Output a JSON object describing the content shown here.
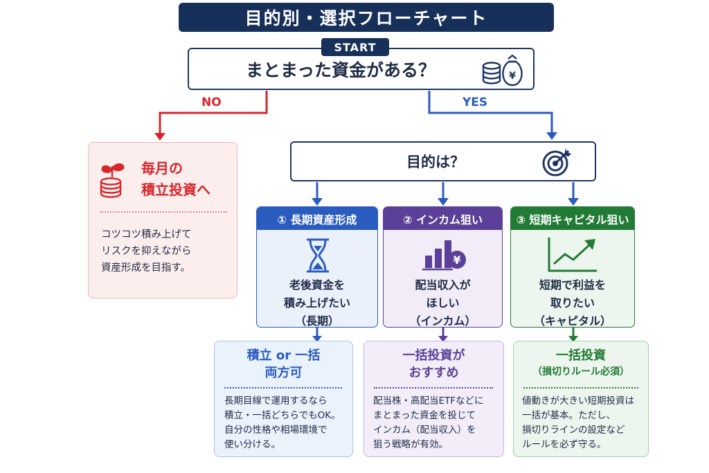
{
  "title": "目的別・選択フローチャート",
  "start_label": "START",
  "question1": "まとまった資金がある？",
  "no_label": "NO",
  "yes_label": "YES",
  "no_result": {
    "heading_line1": "毎月の",
    "heading_line2": "積立投資へ",
    "body_lines": [
      "コツコツ積み上げて",
      "リスクを抑えながら",
      "資産形成を目指す。"
    ]
  },
  "question2": "目的は？",
  "columns": [
    {
      "header": "① 長期資産形成",
      "desc_lines": [
        "老後資金を",
        "積み上げたい",
        "（長期）"
      ],
      "result_title_lines": [
        "積立 or 一括",
        "両方可"
      ],
      "result_body_lines": [
        "長期目線で運用するなら",
        "積立・一括どちらでもOK。",
        "自分の性格や相場環境で",
        "使い分ける。"
      ]
    },
    {
      "header": "② インカム狙い",
      "desc_lines": [
        "配当収入が",
        "ほしい",
        "（インカム）"
      ],
      "result_title_lines": [
        "一括投資が",
        "おすすめ"
      ],
      "result_body_lines": [
        "配当株・高配当ETFなどに",
        "まとまった資金を投じて",
        "インカム（配当収入）を",
        "狙う戦略が有効。"
      ]
    },
    {
      "header": "③ 短期キャピタル狙い",
      "desc_lines": [
        "短期で利益を",
        "取りたい",
        "（キャピタル）"
      ],
      "result_title_lines": [
        "一括投資",
        "（損切りルール必須）"
      ],
      "result_body_lines": [
        "値動きが大きい短期投資は",
        "一括が基本。ただし、",
        "損切りラインの設定など",
        "ルールを必ず守る。"
      ]
    }
  ],
  "icons": {
    "q1": "coins-money-bag-icon",
    "q2": "target-icon",
    "no": "sprout-coins-icon",
    "col1": "hourglass-icon",
    "col2": "bar-chart-yen-icon",
    "col3": "uptrend-chart-icon"
  },
  "colors": {
    "navy": "#17305a",
    "red": "#d7262a",
    "blue": "#2a5bbf",
    "purple": "#5b3f98",
    "green": "#217a35"
  }
}
